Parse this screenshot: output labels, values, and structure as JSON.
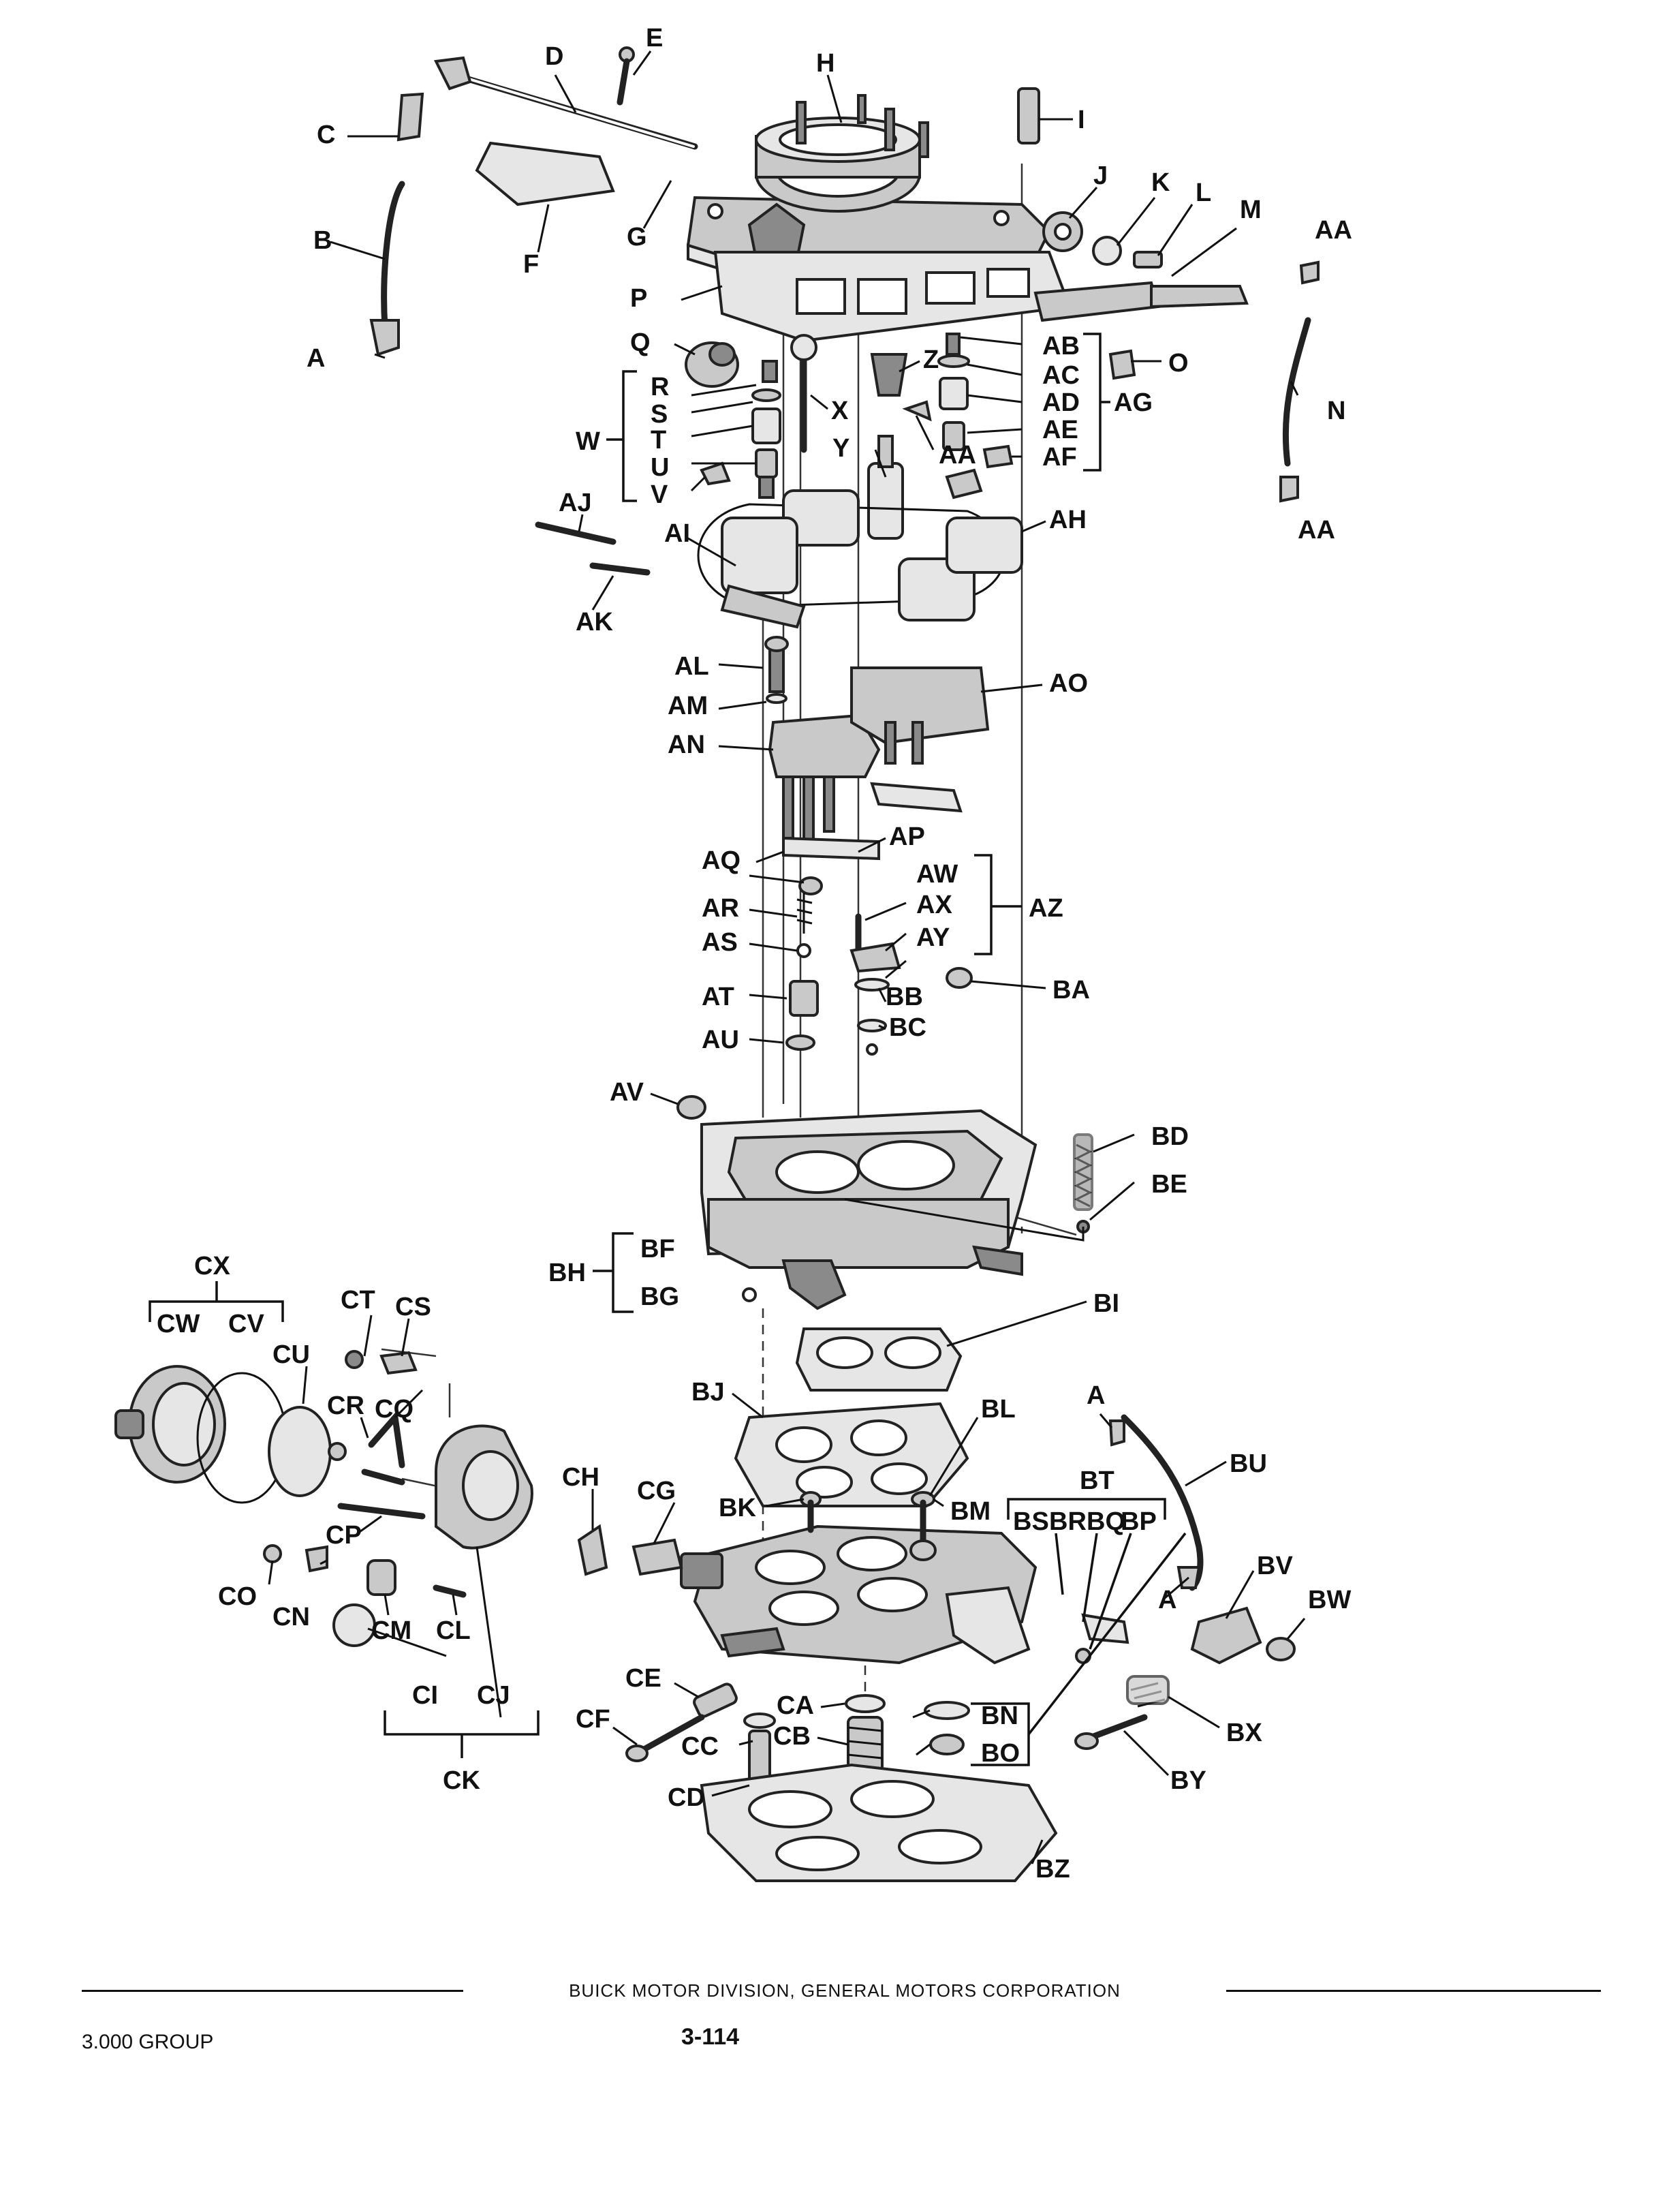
{
  "footer": {
    "corporation": "BUICK MOTOR DIVISION, GENERAL MOTORS CORPORATION",
    "group": "3.000 GROUP",
    "page": "3-114"
  },
  "callouts": {
    "A": "A",
    "B": "B",
    "C": "C",
    "D": "D",
    "E": "E",
    "F": "F",
    "G": "G",
    "H": "H",
    "I": "I",
    "J": "J",
    "K": "K",
    "L": "L",
    "M": "M",
    "N": "N",
    "O": "O",
    "P": "P",
    "Q": "Q",
    "R": "R",
    "S": "S",
    "T": "T",
    "U": "U",
    "V": "V",
    "W": "W",
    "X": "X",
    "Y": "Y",
    "Z": "Z",
    "AA": "AA",
    "AB": "AB",
    "AC": "AC",
    "AD": "AD",
    "AE": "AE",
    "AF": "AF",
    "AG": "AG",
    "AH": "AH",
    "AI": "AI",
    "AJ": "AJ",
    "AK": "AK",
    "AL": "AL",
    "AM": "AM",
    "AN": "AN",
    "AO": "AO",
    "AP": "AP",
    "AQ": "AQ",
    "AR": "AR",
    "AS": "AS",
    "AT": "AT",
    "AU": "AU",
    "AV": "AV",
    "AW": "AW",
    "AX": "AX",
    "AY": "AY",
    "AZ": "AZ",
    "BA": "BA",
    "BB": "BB",
    "BC": "BC",
    "BD": "BD",
    "BE": "BE",
    "BF": "BF",
    "BG": "BG",
    "BH": "BH",
    "BI": "BI",
    "BJ": "BJ",
    "BK": "BK",
    "BL": "BL",
    "BM": "BM",
    "BN": "BN",
    "BO": "BO",
    "BP": "BP",
    "BQ": "BQ",
    "BR": "BR",
    "BS": "BS",
    "BT": "BT",
    "BU": "BU",
    "BV": "BV",
    "BW": "BW",
    "BX": "BX",
    "BY": "BY",
    "BZ": "BZ",
    "CA": "CA",
    "CB": "CB",
    "CC": "CC",
    "CD": "CD",
    "CE": "CE",
    "CF": "CF",
    "CG": "CG",
    "CH": "CH",
    "CI": "CI",
    "CJ": "CJ",
    "CK": "CK",
    "CL": "CL",
    "CM": "CM",
    "CN": "CN",
    "CO": "CO",
    "CP": "CP",
    "CQ": "CQ",
    "CR": "CR",
    "CS": "CS",
    "CT": "CT",
    "CU": "CU",
    "CV": "CV",
    "CW": "CW",
    "CX": "CX"
  }
}
